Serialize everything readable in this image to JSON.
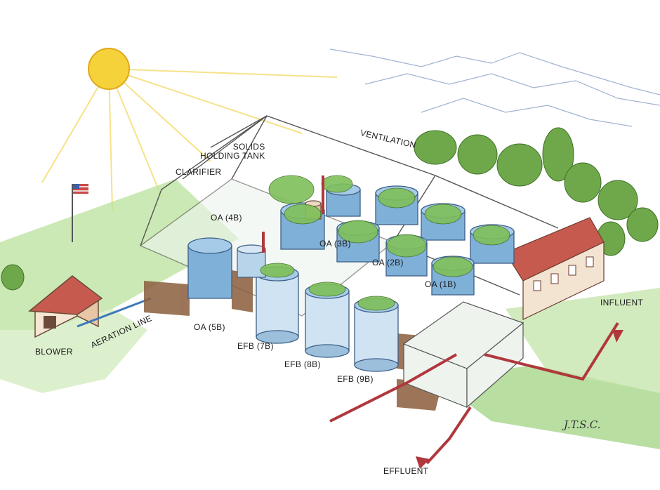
{
  "labels": {
    "solids_holding_tank": "SOLIDS\nHOLDING TANK",
    "clarifier": "CLARIFIER",
    "ventilation": "VENTILATION",
    "oa_4b": "OA (4B)",
    "oa_3b": "OA (3B)",
    "oa_2b": "OA (2B)",
    "oa_1b": "OA (1B)",
    "oa_5b": "OA (5B)",
    "efb_7b": "EFB (7B)",
    "efb_8b": "EFB (8B)",
    "efb_9b": "EFB (9B)",
    "aeration_line": "AERATION LINE",
    "blower": "BLOWER",
    "influent": "INFLUENT",
    "effluent": "EFFLUENT"
  },
  "signature": "J.T.S.C.",
  "colors": {
    "water": "#7fb0d8",
    "pipe": "#b0373c",
    "grass": "#a8d68a",
    "tree": "#6ea84a",
    "soil": "#8b5e3c",
    "sun": "#f6d23a",
    "frame": "#555555"
  },
  "icons": [
    "sun-icon",
    "flag-icon"
  ]
}
